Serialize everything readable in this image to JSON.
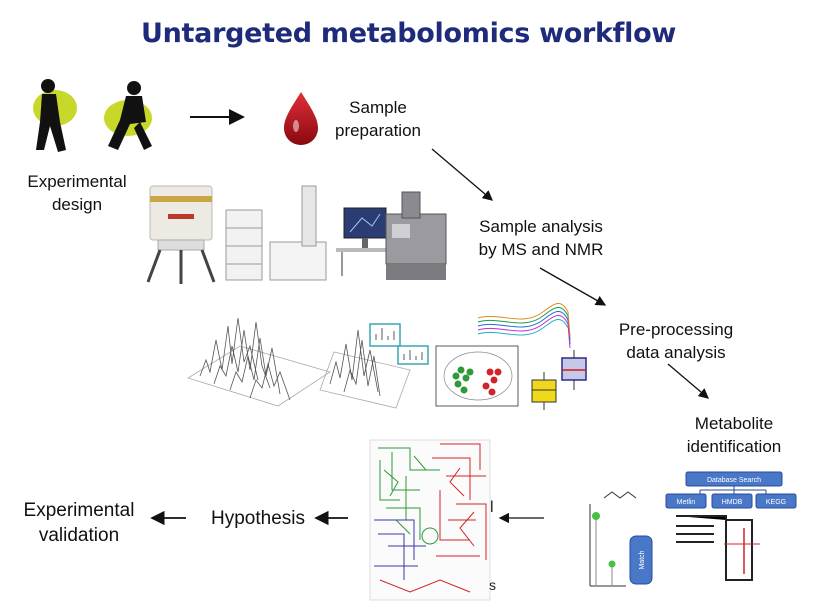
{
  "title": "Untargeted metabolomics workflow",
  "steps": {
    "experimental_design": [
      "Experimental",
      "design"
    ],
    "sample_preparation": [
      "Sample",
      "preparation"
    ],
    "sample_analysis": [
      "Sample analysis",
      "by MS and NMR"
    ],
    "preprocessing": [
      "Pre-processing",
      "data analysis"
    ],
    "metabolite_identification": [
      "Metabolite",
      "identification"
    ],
    "hypothesis": "Hypothesis",
    "experimental_validation": [
      "Experimental",
      "validation"
    ]
  },
  "database_panel": {
    "header": "Database Search",
    "sources": [
      "Metlin",
      "HMDB",
      "KEGG"
    ],
    "match_label": "Match"
  },
  "side_letters": [
    "l",
    "s"
  ],
  "colors": {
    "title": "#1e2a7a",
    "blood_drop": "#b0101a",
    "pathway_green": "#2e9a3a",
    "pathway_red": "#d0242a",
    "pathway_blue": "#3a3aa8",
    "database_blue": "#4a78c8"
  }
}
